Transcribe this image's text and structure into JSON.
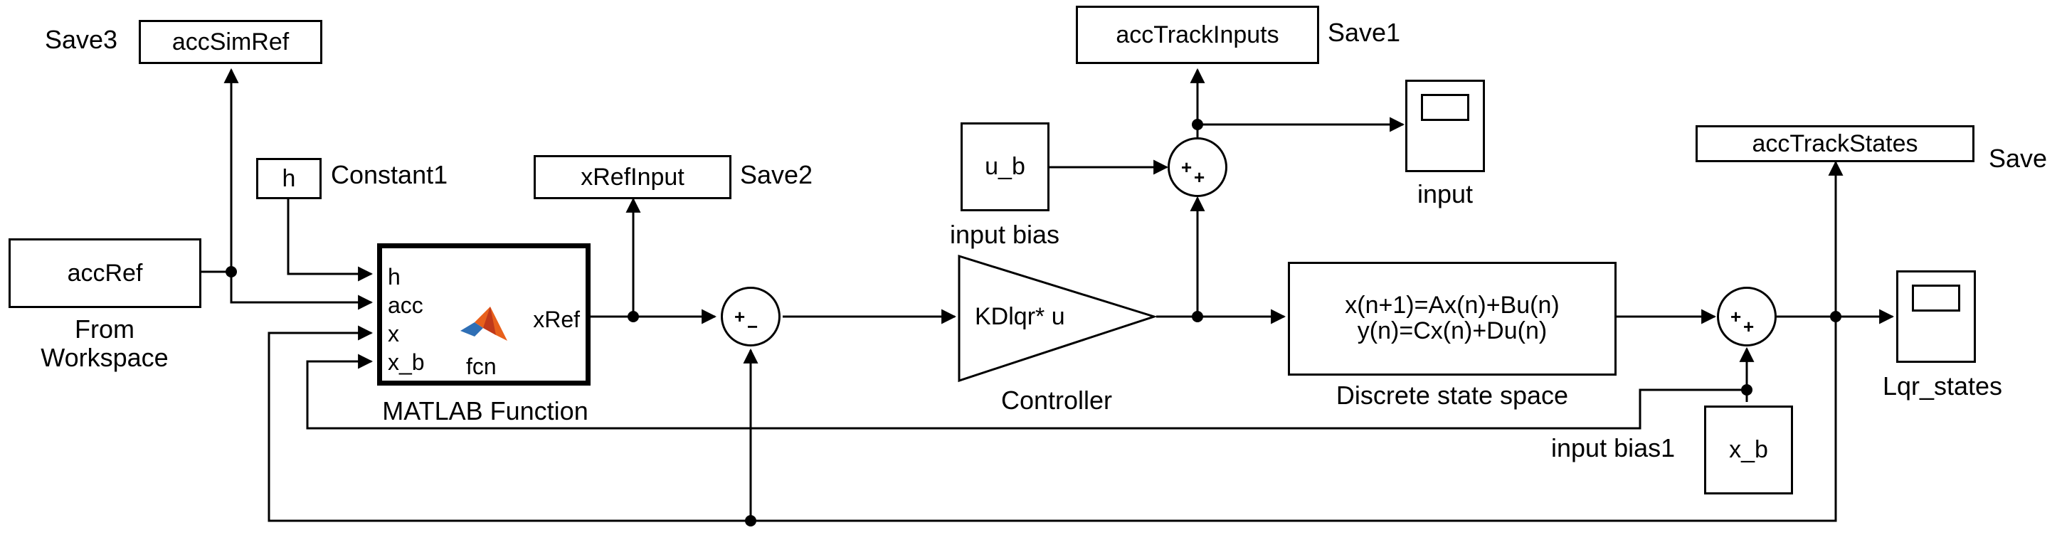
{
  "blocks": {
    "acc_ref": {
      "text": "accRef",
      "caption_line1": "From",
      "caption_line2": "Workspace"
    },
    "acc_sim_ref": {
      "text": "accSimRef",
      "caption": "Save3"
    },
    "constant1": {
      "text": "h",
      "caption": "Constant1"
    },
    "matlab_function": {
      "caption": "MATLAB Function",
      "inputs": [
        "h",
        "acc",
        "x",
        "x_b"
      ],
      "output": "xRef",
      "name": "fcn"
    },
    "xref_input": {
      "text": "xRefInput",
      "caption": "Save2"
    },
    "sum_error": {
      "signs": [
        "+",
        "−"
      ]
    },
    "input_bias": {
      "text": "u_b",
      "caption": "input bias"
    },
    "controller": {
      "text": "KDlqr* u",
      "caption": "Controller"
    },
    "sum_input": {
      "signs": [
        "+",
        "+"
      ]
    },
    "acc_track_inputs": {
      "text": "accTrackInputs",
      "caption": "Save1"
    },
    "input_scope": {
      "caption": "input"
    },
    "state_space": {
      "line1": "x(n+1)=Ax(n)+Bu(n)",
      "line2": "y(n)=Cx(n)+Du(n)",
      "caption": "Discrete state space"
    },
    "sum_state": {
      "signs": [
        "+",
        "+"
      ]
    },
    "acc_track_states": {
      "text": "accTrackStates",
      "caption": "Save"
    },
    "lqr_scope": {
      "caption": "Lqr_states"
    },
    "input_bias1": {
      "text": "x_b",
      "caption": "input bias1"
    }
  }
}
